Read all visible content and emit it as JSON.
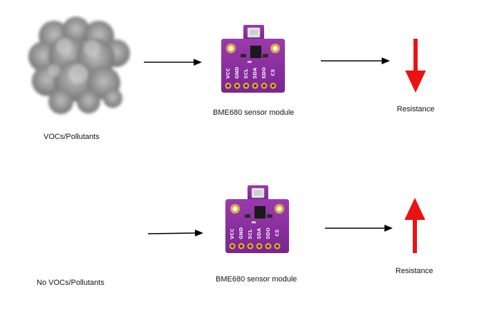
{
  "rows": [
    {
      "source_label": "VOCs/Pollutants",
      "module_label": "BME680 sensor module",
      "result_label": "Resistance",
      "result_direction": "down",
      "pins": [
        "VCC",
        "GND",
        "SCL",
        "SDA",
        "SDO",
        "CS"
      ]
    },
    {
      "source_label": "No VOCs/Pollutants",
      "module_label": "BME680 sensor module",
      "result_label": "Resistance",
      "result_direction": "up",
      "pins": [
        "VCC",
        "GND",
        "SCL",
        "SDA",
        "SDO",
        "CS"
      ]
    }
  ],
  "colors": {
    "board": "#8a2f9c",
    "board_dark": "#5e1a6e",
    "gold": "#d8a93a",
    "arrow_red": "#ee1111",
    "arrow_black": "#000000",
    "smoke": "#9a9a9a"
  },
  "icons": {
    "smoke": "smoke-cloud-icon",
    "sensor": "sensor-board-icon",
    "decrease": "red-down-arrow-icon",
    "increase": "red-up-arrow-icon"
  }
}
